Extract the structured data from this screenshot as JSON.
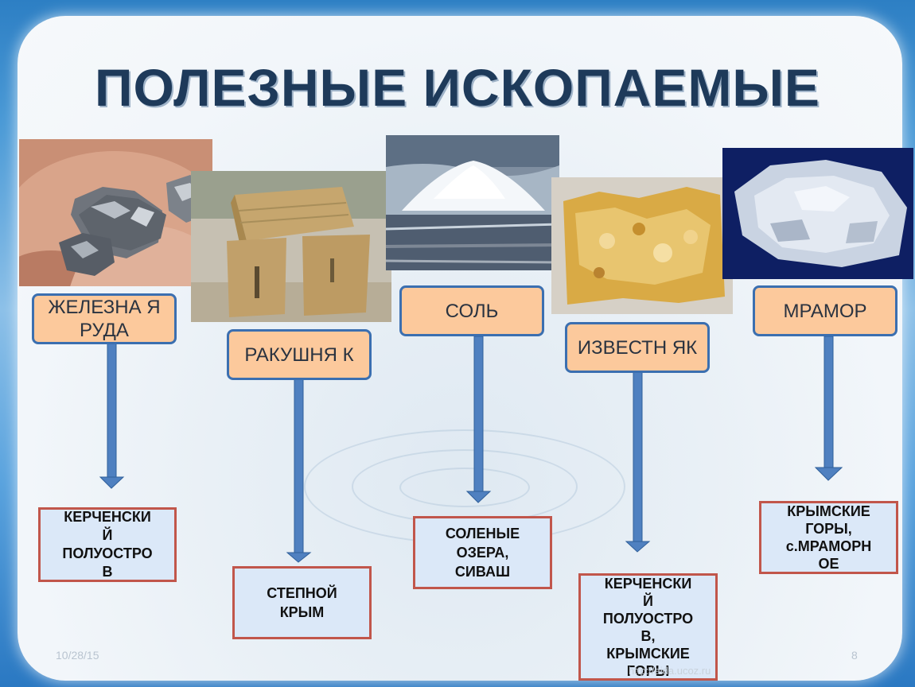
{
  "title": "ПОЛЕЗНЫЕ ИСКОПАЕМЫЕ",
  "minerals": [
    {
      "name": "ЖЕЛЕЗНА Я РУДА",
      "place": "КЕРЧЕНСКИ\nЙ\nПОЛУОСТРО\nВ"
    },
    {
      "name": "РАКУШНЯ К",
      "place": "СТЕПНОЙ\nКРЫМ"
    },
    {
      "name": "СОЛЬ",
      "place": "СОЛЕНЫЕ\nОЗЕРА,\nСИВАШ"
    },
    {
      "name": "ИЗВЕСТН ЯК",
      "place": "КЕРЧЕНСКИ\nЙ\nПОЛУОСТРО\nВ,\nКРЫМСКИЕ\nГОРЫ"
    },
    {
      "name": "МРАМОР",
      "place": "КРЫМСКИЕ\nГОРЫ,\nс.МРАМОРН\nОЕ"
    }
  ],
  "footer": {
    "date": "10/28/15",
    "page": "8",
    "watermark": "http://aida.ucoz.ru"
  },
  "colors": {
    "label_fill": "#fcc99c",
    "label_border": "#3b6fb0",
    "place_fill": "#dbe8f8",
    "place_border": "#c1564b",
    "arrow": "#4f80c0",
    "title": "#1e3a5a"
  }
}
